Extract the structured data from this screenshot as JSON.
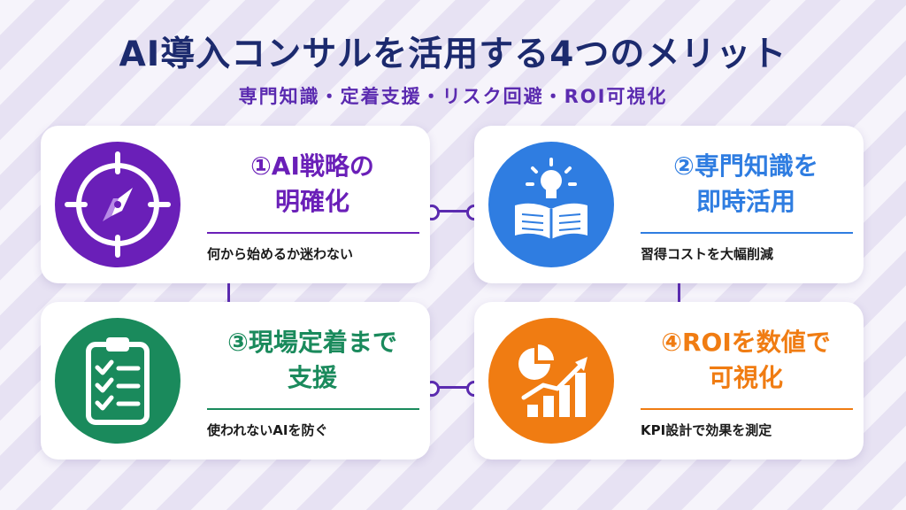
{
  "title": "AI導入コンサルを活用する4つのメリット",
  "subtitle": "専門知識・定着支援・リスク回避・ROI可視化",
  "cards": [
    {
      "title_line1": "①AI戦略の",
      "title_line2": "明確化",
      "subtitle": "何から始めるか迷わない",
      "color": "#6a1fb8",
      "icon": "compass-icon"
    },
    {
      "title_line1": "②専門知識を",
      "title_line2": "即時活用",
      "subtitle": "習得コストを大幅削減",
      "color": "#2f7de1",
      "icon": "book-lightbulb-icon"
    },
    {
      "title_line1": "③現場定着まで",
      "title_line2": "支援",
      "subtitle": "使われないAIを防ぐ",
      "color": "#1a8a5c",
      "icon": "clipboard-checklist-icon"
    },
    {
      "title_line1": "④ROIを数値で",
      "title_line2": "可視化",
      "subtitle": "KPI設計で効果を測定",
      "color": "#f07c12",
      "icon": "growth-chart-icon"
    }
  ]
}
